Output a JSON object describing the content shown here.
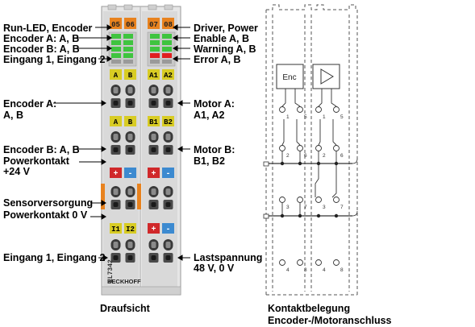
{
  "left_labels": {
    "run_led_encoder": "Run-LED, Encoder",
    "encoder_a_ab_1": "Encoder A: A, B",
    "encoder_b_ab_1": "Encoder B: A, B",
    "eingang_1_2_top": "Eingang 1, Eingang 2",
    "encoder_a": "Encoder A:",
    "encoder_a_ab": "A, B",
    "encoder_b_ab_2": "Encoder B: A, B",
    "powerkontakt": "Powerkontakt",
    "plus_24v": "+24 V",
    "sensorversorgung": "Sensorversorgung",
    "powerkontakt_0v": "Powerkontakt 0 V",
    "eingang_1_2_bottom": "Eingang 1, Eingang 2"
  },
  "right_labels": {
    "driver_power": "Driver, Power",
    "enable_ab": "Enable A, B",
    "warning_ab": "Warning A, B",
    "error_ab": "Error A, B",
    "motor_a": "Motor A:",
    "motor_a_pins": "A1, A2",
    "motor_b": "Motor B:",
    "motor_b_pins": "B1, B2",
    "lastspannung": "Lastspannung",
    "lastspannung_val": "48 V, 0 V"
  },
  "terminal": {
    "led_tabs": [
      "05",
      "06",
      "07",
      "08"
    ],
    "row1_labels": [
      "A",
      "B",
      "A1",
      "A2"
    ],
    "row2_labels": [
      "A",
      "B",
      "B1",
      "B2"
    ],
    "row3_labels": [
      "+",
      "-",
      "+",
      "-"
    ],
    "row4_labels": [
      "I1",
      "I2",
      "+",
      "-"
    ],
    "model": "EL7342",
    "brand": "BECKHOFF"
  },
  "schematic": {
    "enc_label": "Enc",
    "pins_top": [
      "1",
      "5",
      "1",
      "5"
    ],
    "pins_mid": [
      "2",
      "6",
      "2",
      "6"
    ],
    "pins_low": [
      "3",
      "7",
      "3",
      "7"
    ],
    "pins_bottom": [
      "4",
      "8",
      "4",
      "8"
    ]
  },
  "captions": {
    "left": "Draufsicht",
    "right_line1": "Kontaktbelegung",
    "right_line2": "Encoder-/Motoranschluss"
  },
  "colors": {
    "orange": "#e8821e",
    "yellow": "#d8cc24",
    "red_tab": "#d0282a",
    "blue_tab": "#3c8ad0",
    "led_green": "#3fc43f",
    "led_red": "#e02020"
  }
}
